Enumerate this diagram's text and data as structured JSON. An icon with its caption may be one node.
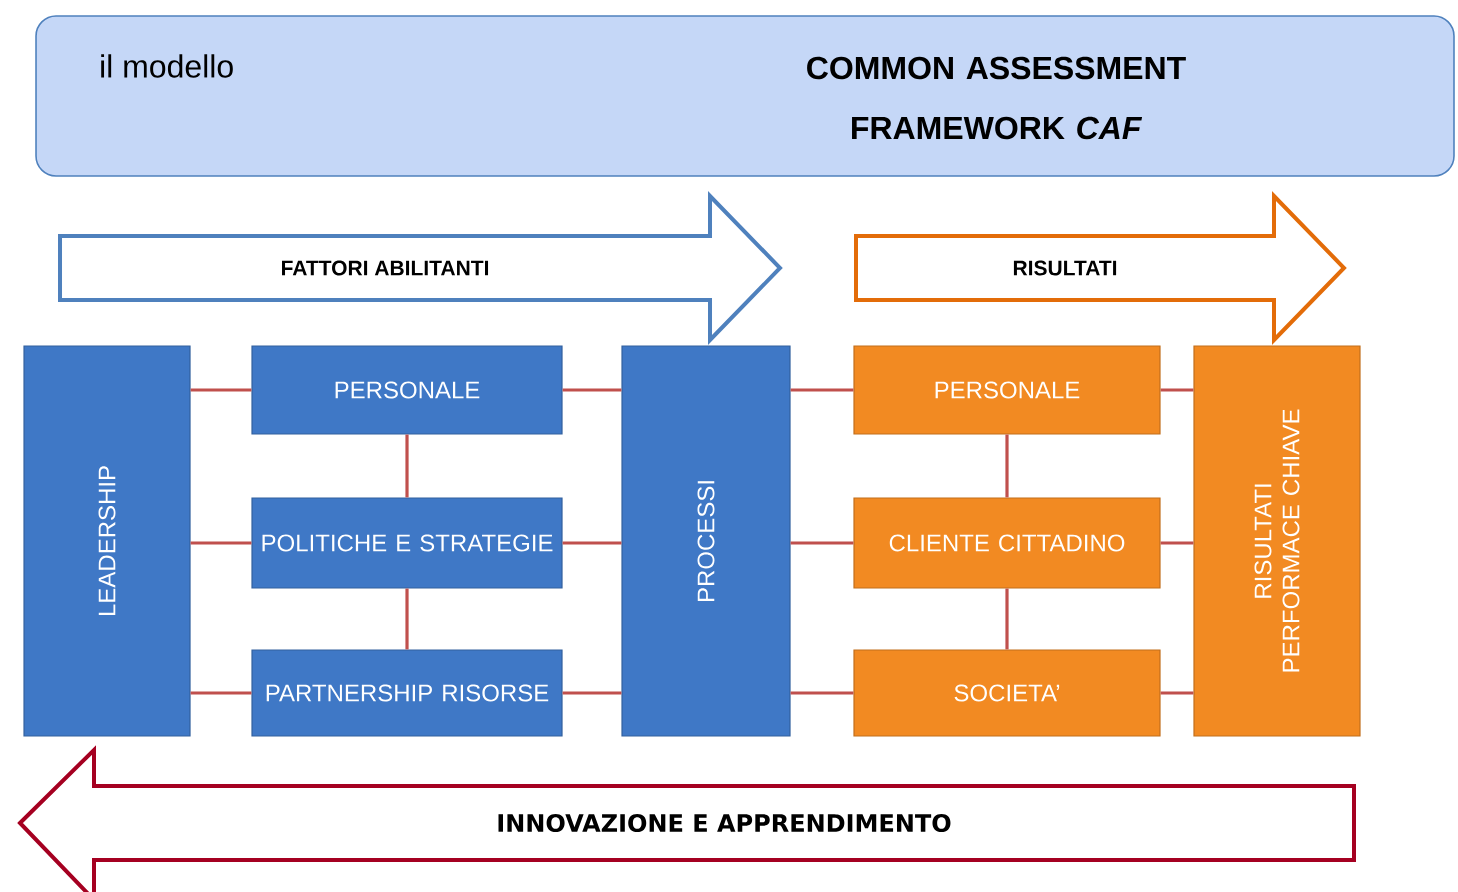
{
  "diagram": {
    "nodes": [
      {
        "text": [
          "il modello",
          "COMMON ASSESSMENT FRAMEWORK *CAF*"
        ]
      },
      {
        "text": [
          "FATTORI ABILITANTI"
        ]
      },
      {
        "text": [
          "RISULTATI"
        ]
      },
      {
        "text": [
          "LEADERSHIP"
        ]
      },
      {
        "text": [
          "PERSONALE"
        ]
      },
      {
        "text": [
          "POLITICHE E STRATEGIE"
        ]
      },
      {
        "text": [
          "PARTNERSHIP RISORSE"
        ]
      },
      {
        "text": [
          "PROCESSI"
        ]
      },
      {
        "text": [
          "PERSONALE"
        ]
      },
      {
        "text": [
          "CLIENTE CITTADINO"
        ]
      },
      {
        "text": [
          "SOCIETA’"
        ]
      },
      {
        "text": [
          "RISULTATI PERFORMACE CHIAVE"
        ]
      },
      {
        "text": [
          "INNOVAZIONE E APPRENDIMENTO"
        ]
      }
    ],
    "edges": [
      {
        "from": 3,
        "to": 4,
        "arrow": "none"
      },
      {
        "from": 3,
        "to": 5,
        "arrow": "none"
      },
      {
        "from": 3,
        "to": 6,
        "arrow": "none"
      },
      {
        "from": 4,
        "to": 5,
        "arrow": "none"
      },
      {
        "from": 5,
        "to": 6,
        "arrow": "none"
      },
      {
        "from": 4,
        "to": 7,
        "arrow": "none"
      },
      {
        "from": 5,
        "to": 7,
        "arrow": "none"
      },
      {
        "from": 6,
        "to": 7,
        "arrow": "none"
      },
      {
        "from": 7,
        "to": 8,
        "arrow": "none"
      },
      {
        "from": 7,
        "to": 9,
        "arrow": "none"
      },
      {
        "from": 7,
        "to": 10,
        "arrow": "none"
      },
      {
        "from": 8,
        "to": 9,
        "arrow": "none"
      },
      {
        "from": 9,
        "to": 10,
        "arrow": "none"
      },
      {
        "from": 8,
        "to": 11,
        "arrow": "none"
      },
      {
        "from": 9,
        "to": 11,
        "arrow": "none"
      },
      {
        "from": 10,
        "to": 11,
        "arrow": "none"
      }
    ]
  }
}
